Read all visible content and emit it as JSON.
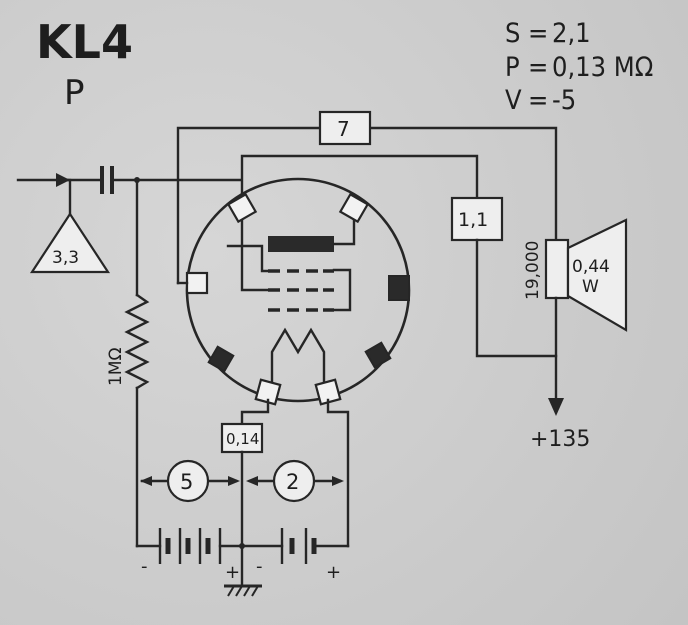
{
  "title": "KL4",
  "subtitle": "P",
  "specs": [
    {
      "symbol": "S",
      "value": "2,1"
    },
    {
      "symbol": "P",
      "value": "0,13 MΩ"
    },
    {
      "symbol": "V",
      "value": "-5"
    }
  ],
  "labels": {
    "grid_triangle": "3,3",
    "feedback_box": "7",
    "screen_box": "1,1",
    "transformer": "19,000",
    "speaker_value": "0,44",
    "speaker_unit": "W",
    "grid_resistor": "1MΩ",
    "filament_box": "0,14",
    "battery_left": "5",
    "battery_right": "2",
    "plate_voltage": "+135",
    "minus_1": "-",
    "plus_1": "+",
    "minus_2": "-",
    "plus_2": "+"
  }
}
